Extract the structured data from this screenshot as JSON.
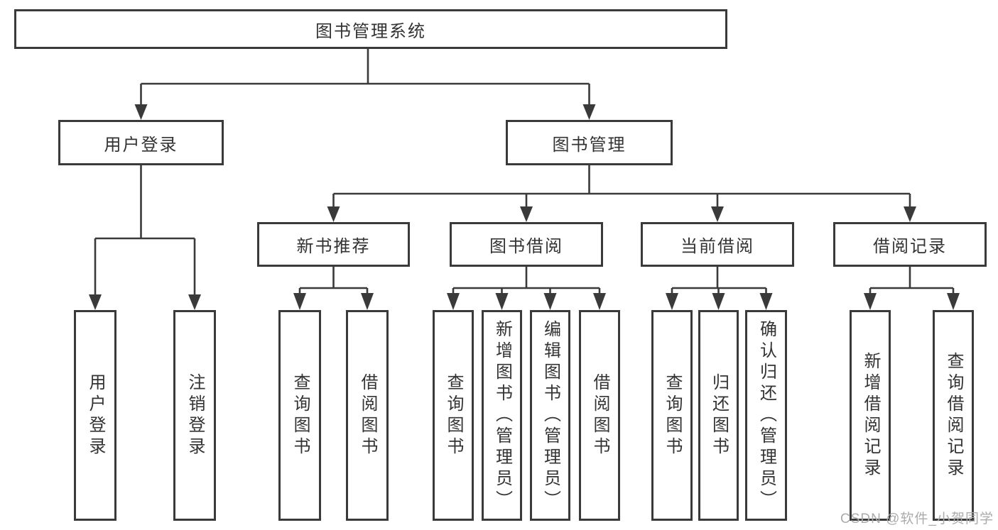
{
  "diagram": {
    "title_node": "图书管理系统",
    "branches": [
      {
        "label": "用户登录",
        "children": [
          {
            "label": "用户登录"
          },
          {
            "label": "注销登录"
          }
        ]
      },
      {
        "label": "图书管理",
        "children": [
          {
            "label": "新书推荐",
            "children": [
              {
                "label": "查询图书"
              },
              {
                "label": "借阅图书"
              }
            ]
          },
          {
            "label": "图书借阅",
            "children": [
              {
                "label": "查询图书"
              },
              {
                "label": "新增图书（管理员）"
              },
              {
                "label": "编辑图书（管理员）"
              },
              {
                "label": "借阅图书"
              }
            ]
          },
          {
            "label": "当前借阅",
            "children": [
              {
                "label": "查询图书"
              },
              {
                "label": "归还图书"
              },
              {
                "label": "确认归还（管理员）"
              }
            ]
          },
          {
            "label": "借阅记录",
            "children": [
              {
                "label": "新增借阅记录"
              },
              {
                "label": "查询借阅记录"
              }
            ]
          }
        ]
      }
    ]
  },
  "watermark": "CSDN @软件_小贺同学",
  "colors": {
    "line": "#3a3a3a",
    "text": "#333333",
    "background": "#ffffff",
    "watermark": "#ababab"
  }
}
